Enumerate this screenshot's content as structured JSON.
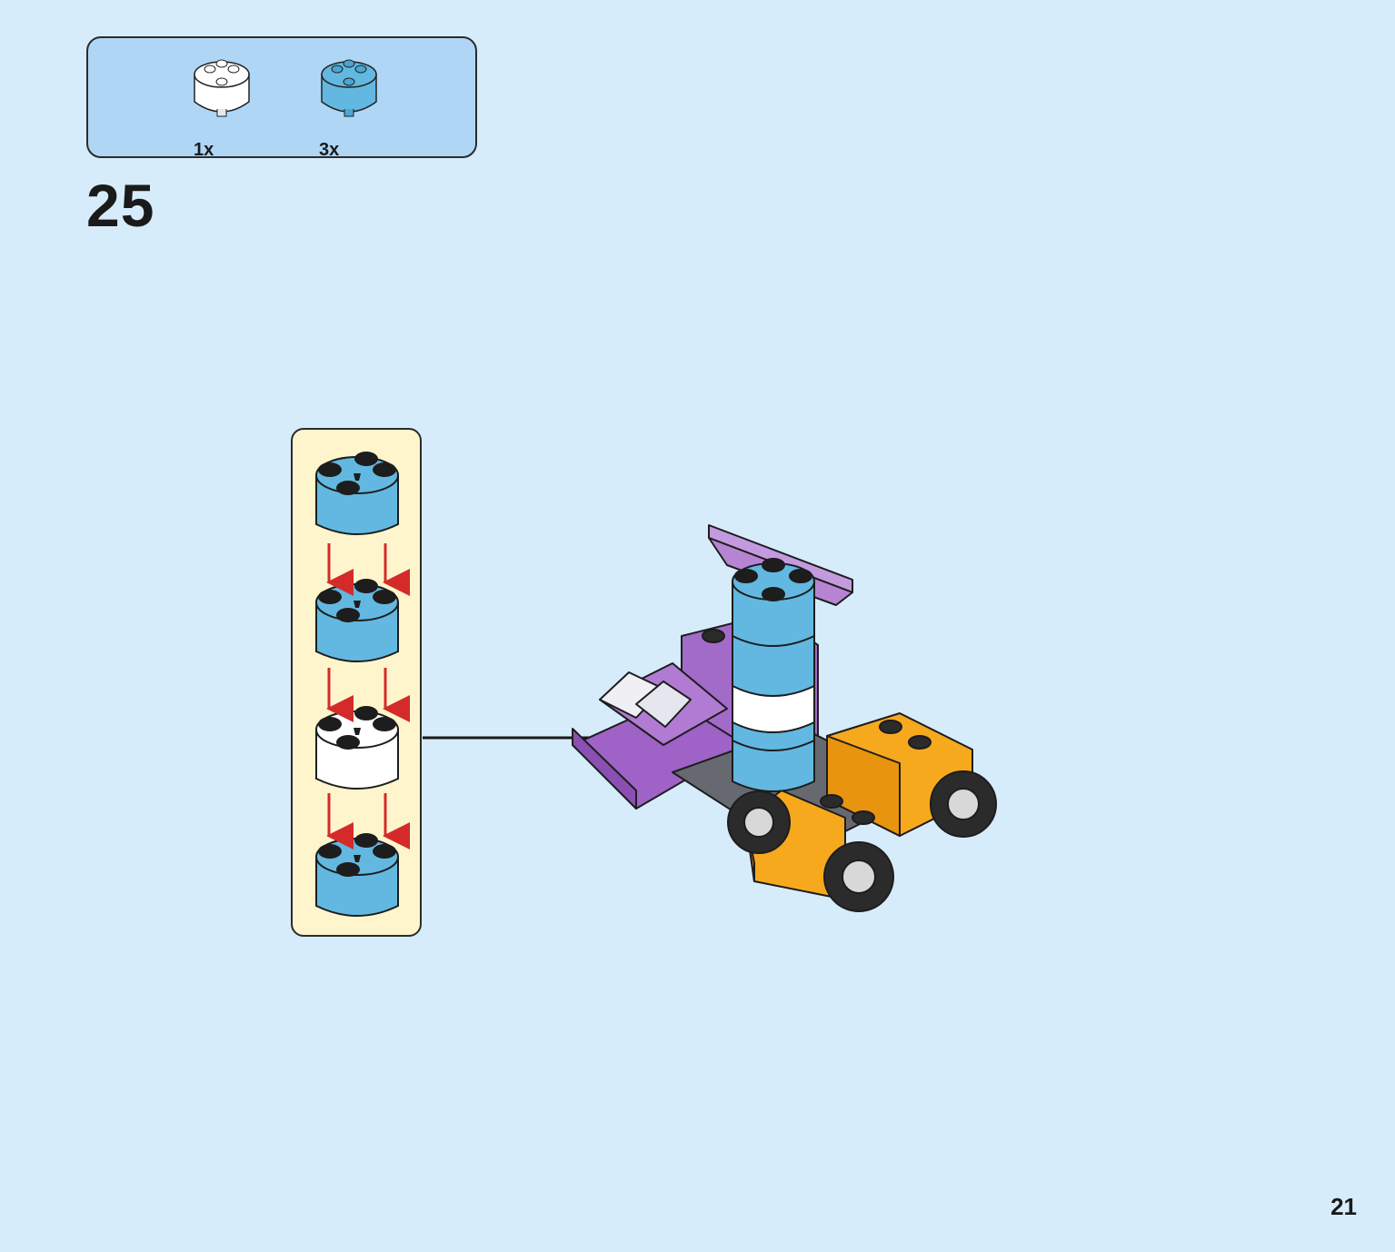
{
  "parts_list": [
    {
      "qty": "1x",
      "color": "white"
    },
    {
      "qty": "3x",
      "color": "medium-azure"
    }
  ],
  "step": {
    "number": "25"
  },
  "sub_assembly": {
    "stack": [
      "medium-azure",
      "medium-azure",
      "white",
      "medium-azure"
    ]
  },
  "page": {
    "number": "21"
  },
  "colors": {
    "background": "#d6ecfb",
    "parts_panel": "#b0d6f5",
    "sub_panel": "#fff5cc",
    "azure": "#62b8e0",
    "white_brick": "#ffffff",
    "purple": "#a36bc8",
    "orange": "#f7a91e",
    "arrow_red": "#d42a2a"
  }
}
